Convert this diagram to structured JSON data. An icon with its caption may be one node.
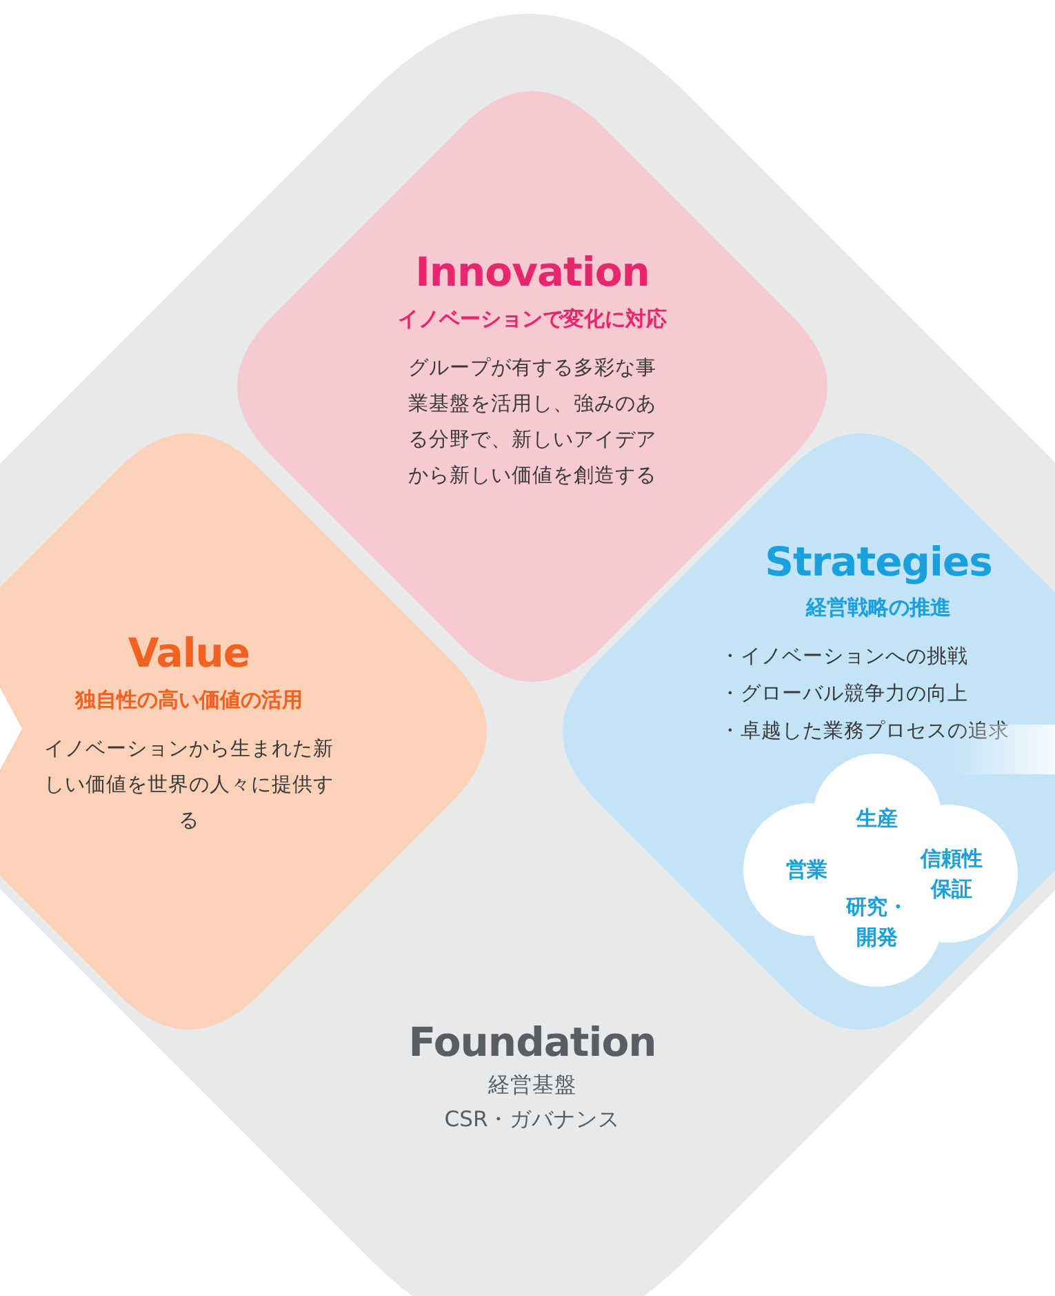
{
  "diagram": {
    "nodes": [
      {
        "text": [
          "Foundation",
          "経営基盤",
          "CSR・ガバナンス"
        ]
      },
      {
        "text": [
          "Innovation",
          "イノベーションで変化に対応",
          "グループが有する多彩な事業基盤を活用し、強みのある分野で、新しいアイデアから新しい価値を創造する"
        ],
        "in": 0
      },
      {
        "text": [
          "Value",
          "独自性の高い価値の活用",
          "イノベーションから生まれた新しい価値を世界の人々に提供する"
        ],
        "in": 0
      },
      {
        "text": [
          "Strategies",
          "経営戦略の推進",
          "・イノベーションへの挑戦",
          "・グローバル競争力の向上",
          "・卓越した業務プロセスの追求"
        ],
        "in": 0
      },
      {
        "text": [
          "生産"
        ],
        "in": 3
      },
      {
        "text": [
          "営業"
        ],
        "in": 3
      },
      {
        "text": [
          "信頼性保証"
        ],
        "in": 3
      },
      {
        "text": [
          "研究・開発"
        ],
        "in": 3
      },
      {
        "text": [],
        "shape": "bar",
        "in": 3
      }
    ]
  }
}
